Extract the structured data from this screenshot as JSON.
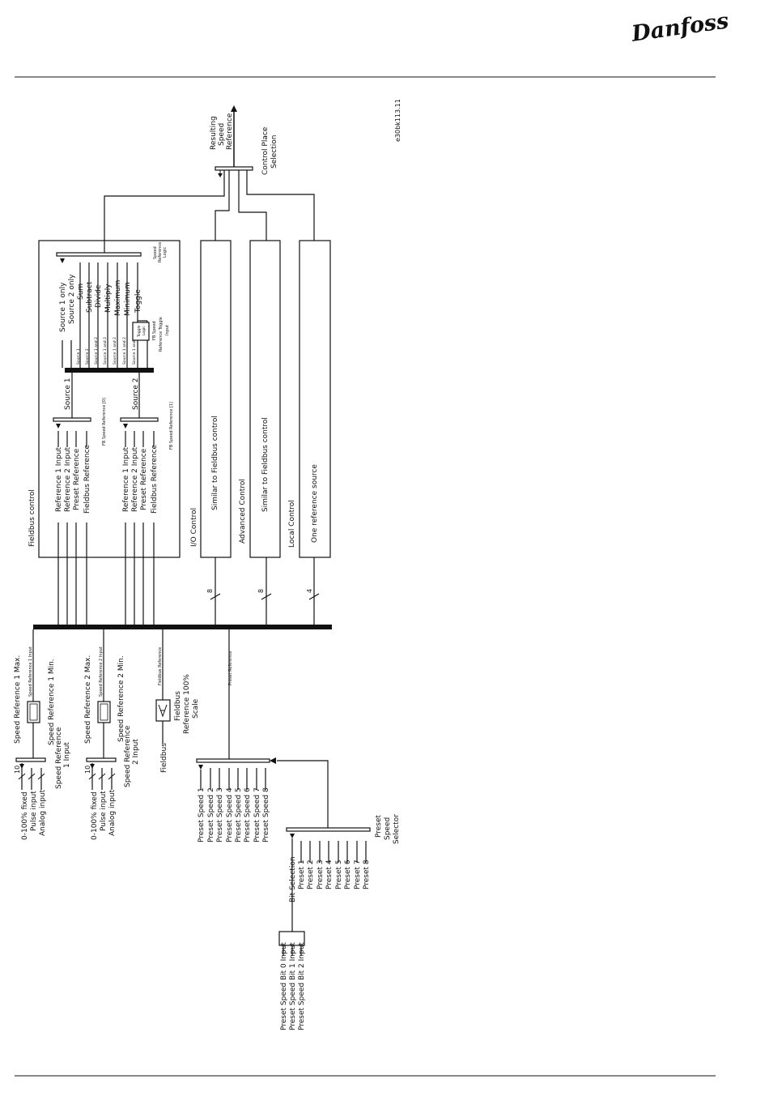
{
  "header": {
    "brand": "Danfoss"
  },
  "diagram_id": "e30bk113.11",
  "output": {
    "resulting": [
      "Resulting",
      "Speed",
      "Reference"
    ],
    "control_place": [
      "Control Place",
      "Selection"
    ]
  },
  "blocks": {
    "fieldbus": "Fieldbus control",
    "io": "I/O Control",
    "io_inner": "Similar to Fieldbus control",
    "advanced": "Advanced Control",
    "advanced_inner": "Similar to Fieldbus control",
    "local": "Local Control",
    "local_inner": "One reference source"
  },
  "bus_counts": [
    "8",
    "8",
    "4"
  ],
  "fieldbus_inner": {
    "logic_label": [
      "Speed",
      "Reference",
      "Logic"
    ],
    "logic_options": [
      "Source 1 only",
      "Source 2 only",
      "Sum",
      "Subtract",
      "Divide",
      "Multiply",
      "Maximum",
      "Minimum",
      "Toggle"
    ],
    "logic_small": [
      "Source 1",
      "Source 2",
      "Source 1 and 2",
      "Source 1 and 2",
      "Source 1 and 2",
      "Source 1 and 2",
      "Source 1 and 2",
      "Source 1 and 2",
      "Source 1 and 2"
    ],
    "toggle_box": [
      "Toggle",
      "Logic"
    ],
    "toggle_input": [
      "FB Speed",
      "Reference Toggle",
      "Input"
    ],
    "source1": "Source 1",
    "source2": "Source 2",
    "src_inputs": [
      "Reference 1 Input",
      "Reference 2 Input",
      "Preset Reference",
      "Fieldbus Reference"
    ],
    "fb_ref0": "FB Speed Reference [0]",
    "fb_ref1": "FB Speed Reference [1]"
  },
  "refs": {
    "ref1_max": "Speed Reference 1 Max.",
    "ref1_min": "Speed Reference 1 Min.",
    "ref1_input_small": "Speed Reference 1 Input",
    "ref1_input": [
      "Speed Reference",
      "1 Input"
    ],
    "ref2_max": "Speed Reference 2 Max.",
    "ref2_min": "Speed Reference 2 Min.",
    "ref2_input_small": "Speed Reference 2 Input",
    "ref2_input": [
      "Speed Reference",
      "2 Input"
    ],
    "sources": [
      "0-100% fixed",
      "Pulse input",
      "Analog input"
    ],
    "count10": "10",
    "fieldbus_ref_small": "Fieldbus Reference",
    "fieldbus_scale": [
      "Fieldbus",
      "Reference 100%",
      "Scale"
    ],
    "fieldbus": "Fieldbus",
    "preset_ref_small": "Preset Reference"
  },
  "presets": {
    "speeds": [
      "Preset Speed 1",
      "Preset Speed 2",
      "Preset Speed 3",
      "Preset Speed 4",
      "Preset Speed 5",
      "Preset Speed 6",
      "Preset Speed 7",
      "Preset Speed 8"
    ],
    "selector": [
      "Preset",
      "Speed",
      "Selector"
    ],
    "bits": [
      "Bit Selection",
      "Preset 1",
      "Preset 2",
      "Preset 3",
      "Preset 4",
      "Preset 5",
      "Preset 6",
      "Preset 7",
      "Preset 8"
    ],
    "bit_inputs": [
      "Preset Speed Bit 0 Input",
      "Preset Speed Bit 1 Input",
      "Preset Speed Bit 2 Input"
    ]
  }
}
